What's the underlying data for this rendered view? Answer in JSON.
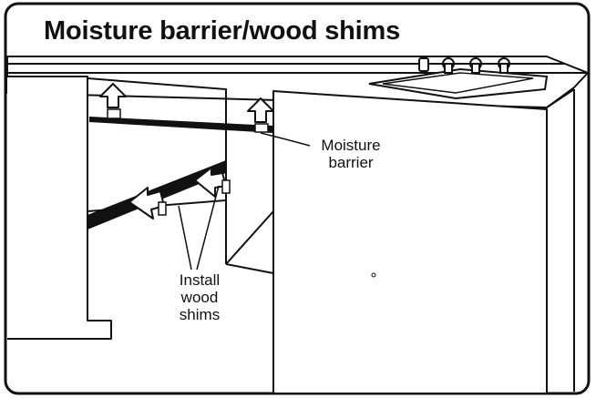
{
  "title": "Moisture barrier/wood shims",
  "labels": {
    "moisture_barrier": [
      "Moisture",
      "barrier"
    ],
    "wood_shims": [
      "Install",
      "wood",
      "shims"
    ]
  },
  "colors": {
    "stroke": "#111111",
    "fill": "#ffffff",
    "barrier": "#111111"
  }
}
